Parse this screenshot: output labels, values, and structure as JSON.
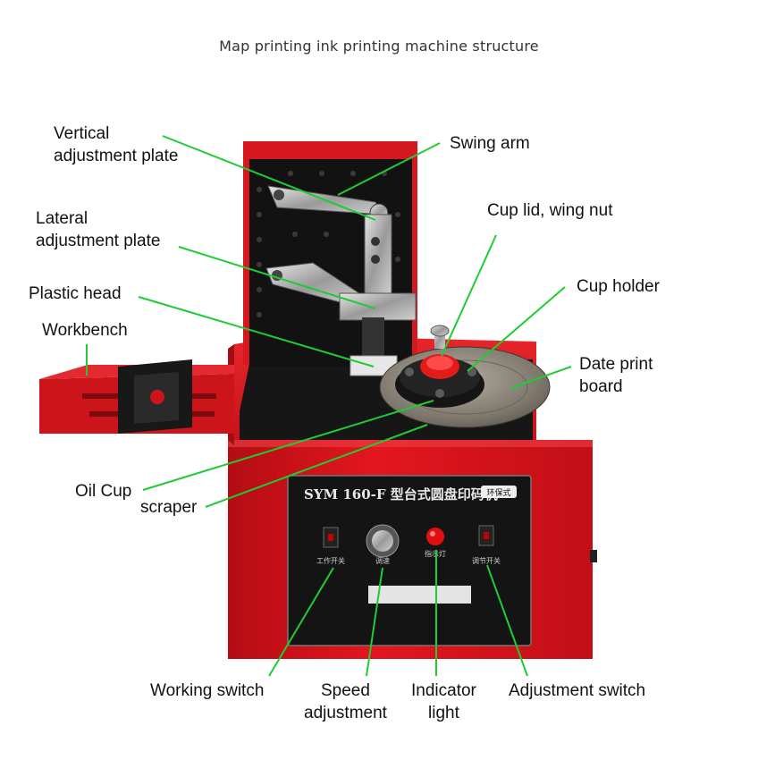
{
  "title": "Map printing ink printing machine structure",
  "colors": {
    "machine_red": "#d9141c",
    "machine_dark_red": "#9e0c10",
    "panel_black": "#141414",
    "leader_green": "#1fcc33",
    "disk_metal": "#8a8478"
  },
  "machine": {
    "model_text": "SYM 160-F 型台式圆盘印码机",
    "badge_text": "环保式",
    "work_switch_caption": "工作开关",
    "speed_caption": "调速",
    "indicator_caption": "指示灯",
    "adjust_switch_caption": "调节开关"
  },
  "labels": {
    "vertical_plate": "Vertical\nadjustment plate",
    "swing_arm": "Swing arm",
    "lateral_plate": "Lateral\nadjustment plate",
    "cup_lid": "Cup lid, wing nut",
    "plastic_head": "Plastic head",
    "cup_holder": "Cup holder",
    "workbench": "Workbench",
    "date_print_board": "Date print\nboard",
    "oil_cup": "Oil Cup",
    "scraper": "scraper",
    "working_switch": "Working switch",
    "speed_adjustment": "Speed\nadjustment",
    "indicator_light": "Indicator\nlight",
    "adjustment_switch": "Adjustment switch"
  }
}
